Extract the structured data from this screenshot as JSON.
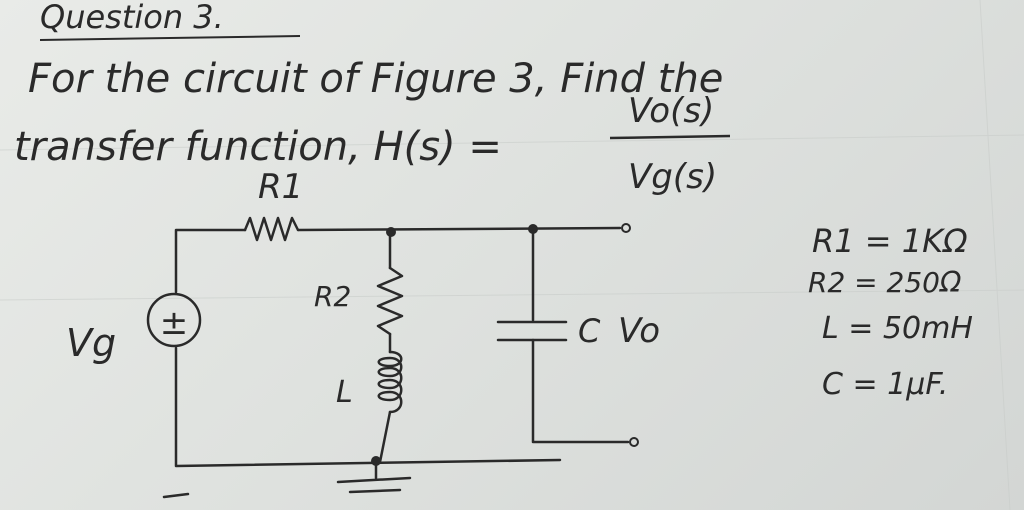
{
  "question": {
    "heading": "Question 3.",
    "line1": "For the circuit of Figure 3, Find the",
    "line2": "transfer function, H(s) =",
    "numerator": "Vo(s)",
    "denominator": "Vg(s)"
  },
  "circuit": {
    "r1_label": "R1",
    "r2_label": "R2",
    "l_label": "L",
    "c_label": "C",
    "vo_label": "Vo",
    "vg_label": "Vg",
    "source_symbol": "±"
  },
  "values": {
    "r1": "R1 = 1KΩ",
    "r2": "R2 = 250Ω",
    "l": "L = 50mH",
    "c": "C = 1μF."
  },
  "colors": {
    "ink": "#2a2a2a",
    "paper": "#e3e6e3"
  }
}
